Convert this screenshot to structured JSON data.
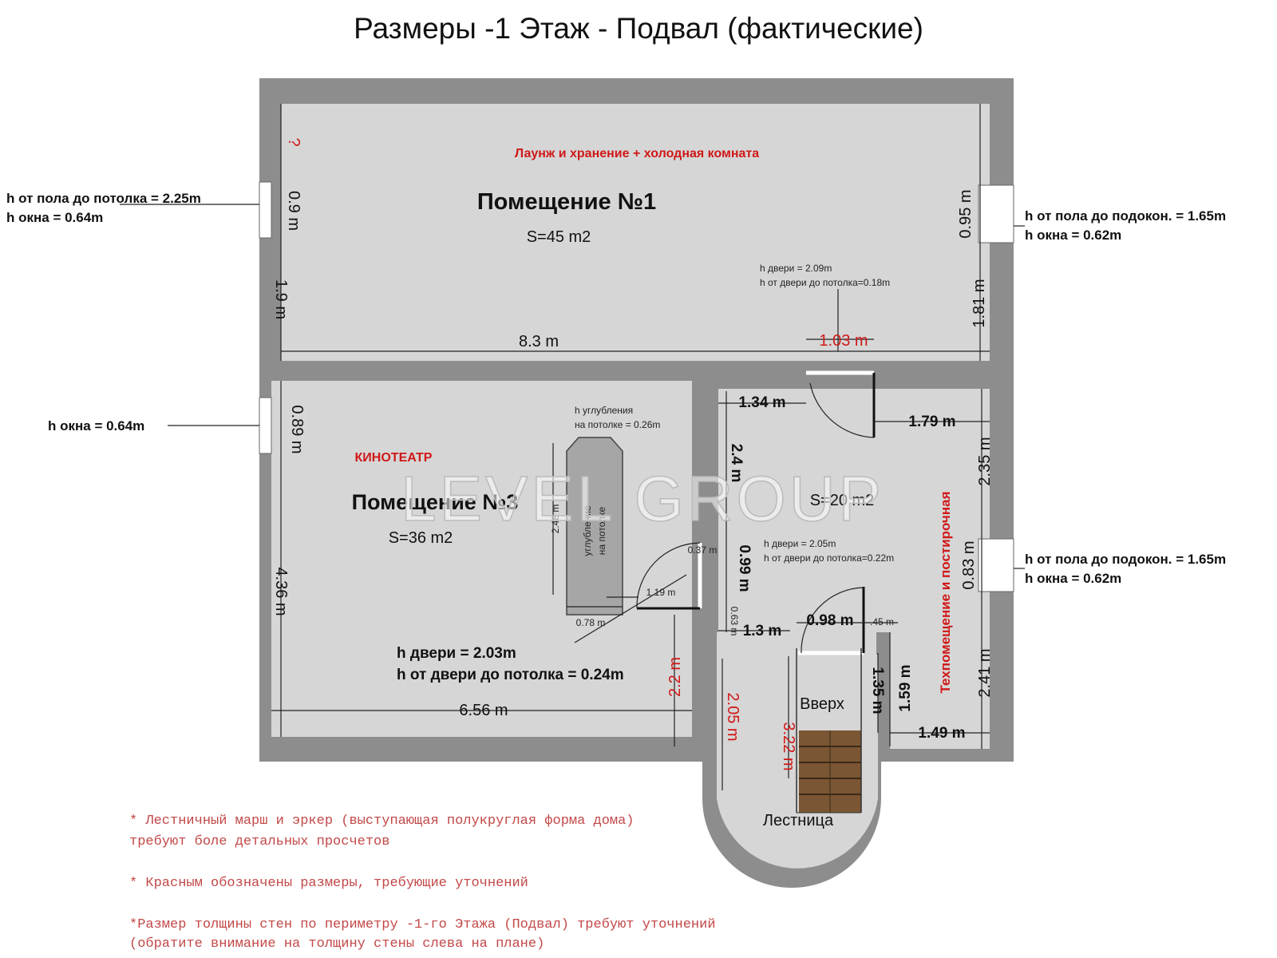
{
  "title": "Размеры -1 Этаж - Подвал (фактические)",
  "watermark": "LEVEL GROUP",
  "rooms": {
    "room1": {
      "name": "Помещение №1",
      "area": "S=45 m2",
      "purpose": "Лаунж и хранение + холодная комната"
    },
    "room3": {
      "name": "Помещение №3",
      "area": "S=36 m2",
      "purpose": "КИНОТЕАТР"
    },
    "room2": {
      "area": "S=20 m2",
      "purpose": "Техпомещение и постирочная"
    },
    "stairs": {
      "name": "Лестница",
      "up": "Вверх"
    }
  },
  "windows": {
    "left_top": [
      "h от пола до потолка = 2.25m",
      "h окна = 0.64m"
    ],
    "left_mid": [
      "h окна = 0.64m"
    ],
    "right_top": [
      "h от пола до подокон. = 1.65m",
      "h окна = 0.62m"
    ],
    "right_bottom": [
      "h от пола до подокон. = 1.65m",
      "h окна = 0.62m"
    ]
  },
  "doors": {
    "door1": [
      "h двери = 2.09m",
      "h от двери до потолка=0.18m"
    ],
    "door2": [
      "h двери = 2.05m",
      "h от двери до потолка=0.22m"
    ],
    "door3": [
      "h двери = 2.03m",
      "h от двери до потолка = 0.24m"
    ]
  },
  "ceiling_recess": {
    "note": [
      "h углубления",
      "на потолке = 0.26m"
    ],
    "label": [
      "углубление",
      "на потолке"
    ]
  },
  "dimensions": {
    "q": "?",
    "d09": "0.9 m",
    "d19": "1.9 m",
    "d83": "8.3 m",
    "d095": "0.95 m",
    "d181": "1.81 m",
    "d103": "1.03 m",
    "d089": "0.89 m",
    "d436": "4.36 m",
    "d656": "6.56 m",
    "d22": "2.2 m",
    "d134": "1.34 m",
    "d179": "1.79 m",
    "d24": "2.4 m",
    "d235": "2.35 m",
    "d083": "0.83 m",
    "d241": "2.41 m",
    "d099": "0.99 m",
    "d13": "1.3 m",
    "d098": "0.98 m",
    "d45": ".45 m",
    "d063": "0.63 m",
    "d135": "1.35 m",
    "d159": "1.59 m",
    "d149": "1.49 m",
    "d205": "2.05 m",
    "d322": "3.22 m",
    "d248": "2.48 m",
    "d078": "0.78 m",
    "d119": "1.19 m",
    "d037": "0.37 m"
  },
  "notes": [
    "* Лестничный марш и эркер (выступающая полукруглая форма дома)",
    "требуют боле детальных просчетов",
    "* Красным обозначены размеры, требующие уточнений",
    "*Размер толщины стен по периметру -1-го Этажа (Подвал) требуют уточнений",
    "(обратите внимание на толщину стены слева на плане)"
  ],
  "colors": {
    "wall": "#8d8d8d",
    "floor": "#d6d6d6",
    "red_text": "#d01818",
    "note_text": "#c34848",
    "stairs": "#7a5634"
  }
}
